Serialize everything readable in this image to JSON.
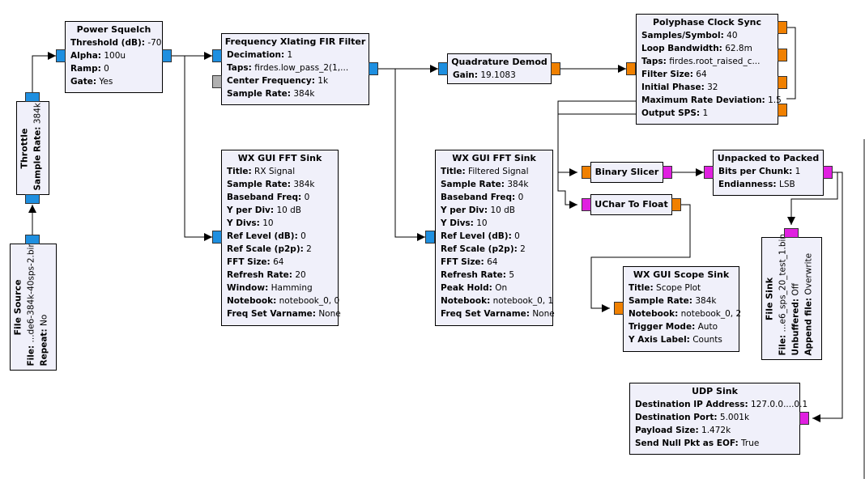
{
  "blocks": {
    "power_squelch": {
      "title": "Power Squelch",
      "params": [
        {
          "k": "Threshold (dB):",
          "v": "-70"
        },
        {
          "k": "Alpha:",
          "v": "100u"
        },
        {
          "k": "Ramp:",
          "v": "0"
        },
        {
          "k": "Gate:",
          "v": "Yes"
        }
      ]
    },
    "freq_xlating": {
      "title": "Frequency Xlating FIR Filter",
      "params": [
        {
          "k": "Decimation:",
          "v": "1"
        },
        {
          "k": "Taps:",
          "v": "firdes.low_pass_2(1,..."
        },
        {
          "k": "Center Frequency:",
          "v": "1k"
        },
        {
          "k": "Sample Rate:",
          "v": "384k"
        }
      ]
    },
    "quad_demod": {
      "title": "Quadrature Demod",
      "params": [
        {
          "k": "Gain:",
          "v": "19.1083"
        }
      ]
    },
    "poly_clock": {
      "title": "Polyphase Clock Sync",
      "params": [
        {
          "k": "Samples/Symbol:",
          "v": "40"
        },
        {
          "k": "Loop Bandwidth:",
          "v": "62.8m"
        },
        {
          "k": "Taps:",
          "v": "firdes.root_raised_c..."
        },
        {
          "k": "Filter Size:",
          "v": "64"
        },
        {
          "k": "Initial Phase:",
          "v": "32"
        },
        {
          "k": "Maximum Rate Deviation:",
          "v": "1.5"
        },
        {
          "k": "Output SPS:",
          "v": "1"
        }
      ]
    },
    "fft_rx": {
      "title": "WX GUI FFT Sink",
      "params": [
        {
          "k": "Title:",
          "v": "RX Signal"
        },
        {
          "k": "Sample Rate:",
          "v": "384k"
        },
        {
          "k": "Baseband Freq:",
          "v": "0"
        },
        {
          "k": "Y per Div:",
          "v": "10 dB"
        },
        {
          "k": "Y Divs:",
          "v": "10"
        },
        {
          "k": "Ref Level (dB):",
          "v": "0"
        },
        {
          "k": "Ref Scale (p2p):",
          "v": "2"
        },
        {
          "k": "FFT Size:",
          "v": "64"
        },
        {
          "k": "Refresh Rate:",
          "v": "20"
        },
        {
          "k": "Window:",
          "v": "Hamming"
        },
        {
          "k": "Notebook:",
          "v": "notebook_0, 0"
        },
        {
          "k": "Freq Set Varname:",
          "v": "None"
        }
      ]
    },
    "fft_filt": {
      "title": "WX GUI FFT Sink",
      "params": [
        {
          "k": "Title:",
          "v": "Filtered Signal"
        },
        {
          "k": "Sample Rate:",
          "v": "384k"
        },
        {
          "k": "Baseband Freq:",
          "v": "0"
        },
        {
          "k": "Y per Div:",
          "v": "10 dB"
        },
        {
          "k": "Y Divs:",
          "v": "10"
        },
        {
          "k": "Ref Level (dB):",
          "v": "0"
        },
        {
          "k": "Ref Scale (p2p):",
          "v": "2"
        },
        {
          "k": "FFT Size:",
          "v": "64"
        },
        {
          "k": "Refresh Rate:",
          "v": "5"
        },
        {
          "k": "Peak Hold:",
          "v": "On"
        },
        {
          "k": "Notebook:",
          "v": "notebook_0, 1"
        },
        {
          "k": "Freq Set Varname:",
          "v": "None"
        }
      ]
    },
    "binary_slicer": {
      "title": "Binary Slicer",
      "params": []
    },
    "uchar_float": {
      "title": "UChar To Float",
      "params": []
    },
    "unpacked": {
      "title": "Unpacked to Packed",
      "params": [
        {
          "k": "Bits per Chunk:",
          "v": "1"
        },
        {
          "k": "Endianness:",
          "v": "LSB"
        }
      ]
    },
    "scope": {
      "title": "WX GUI Scope Sink",
      "params": [
        {
          "k": "Title:",
          "v": "Scope Plot"
        },
        {
          "k": "Sample Rate:",
          "v": "384k"
        },
        {
          "k": "Notebook:",
          "v": "notebook_0, 2"
        },
        {
          "k": "Trigger Mode:",
          "v": "Auto"
        },
        {
          "k": "Y Axis Label:",
          "v": "Counts"
        }
      ]
    },
    "udp": {
      "title": "UDP Sink",
      "params": [
        {
          "k": "Destination IP Address:",
          "v": "127.0.0....0.1"
        },
        {
          "k": "Destination Port:",
          "v": "5.001k"
        },
        {
          "k": "Payload Size:",
          "v": "1.472k"
        },
        {
          "k": "Send Null Pkt as EOF:",
          "v": "True"
        }
      ]
    },
    "throttle": {
      "title": "Throttle",
      "params": [
        {
          "k": "Sample Rate:",
          "v": "384k"
        }
      ]
    },
    "file_source": {
      "title": "File Source",
      "params": [
        {
          "k": "File:",
          "v": "...de6-384k-40sps-2.bin"
        },
        {
          "k": "Repeat:",
          "v": "No"
        }
      ]
    },
    "file_sink": {
      "title": "File Sink",
      "params": [
        {
          "k": "File:",
          "v": "...e6_sps_20_test_1.bin"
        },
        {
          "k": "Unbuffered:",
          "v": "Off"
        },
        {
          "k": "Append file:",
          "v": "Overwrite"
        }
      ]
    }
  },
  "colors": {
    "block_bg": "#f0f0fa",
    "complex_port": "#1e8fe0",
    "float_port": "#f08000",
    "byte_port": "#e020e0",
    "message_port": "#b0b0b0"
  }
}
